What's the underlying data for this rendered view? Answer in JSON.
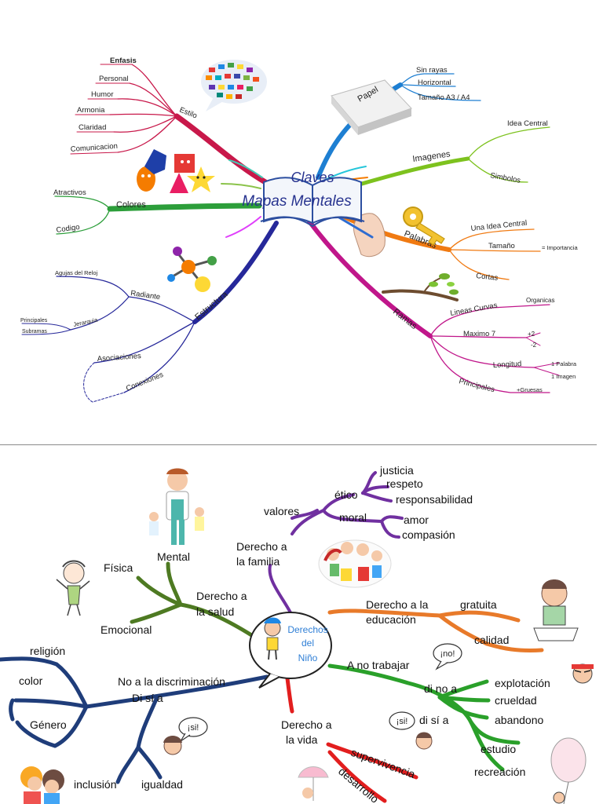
{
  "colors": {
    "estilo": "#c8184a",
    "papel": "#1e7fd2",
    "imagenes": "#7dc21e",
    "colores": "#2c9e3a",
    "palabras": "#f07a12",
    "estructura": "#26289a",
    "ramas": "#c0168a",
    "d_valores": "#7030a0",
    "d_salud": "#4e7a22",
    "d_discrim": "#1f3d7a",
    "d_educ": "#e87a2a",
    "d_trabajo": "#2aa02a",
    "d_vida": "#e21e1e"
  },
  "map1": {
    "center": {
      "line1": "Claves",
      "line2": "Mapas Mentales",
      "icon": "open-book-icon"
    },
    "estilo": {
      "label": "Estilo",
      "items": [
        "Enfasis",
        "Personal",
        "Humor",
        "Armonia",
        "Claridad",
        "Comunicacion"
      ],
      "icon": "speech-bubble-collage-icon"
    },
    "papel": {
      "label": "Papel",
      "items": [
        "Sin rayas",
        "Horizontal",
        "Tamaño A3 / A4"
      ],
      "icon": "paper-stack-icon"
    },
    "imagenes": {
      "label": "Imagenes",
      "items": [
        "Idea Central",
        "Simbolos"
      ]
    },
    "colores": {
      "label": "Colores",
      "items": [
        "Atractivos",
        "Codigo"
      ],
      "icon": "color-shapes-icon"
    },
    "palabras": {
      "label": "Palabras",
      "items": [
        "Una Idea Central",
        "Tamaño",
        "Cortas"
      ],
      "tamano_note": "= Importancia",
      "icon": "key-icon"
    },
    "estructura": {
      "label": "Estructura",
      "radiante": "Radiante",
      "radiante_items": [
        "Agujas del Reloj",
        "Jerarquia"
      ],
      "jerarquia_items": [
        "Principales",
        "Subramas"
      ],
      "asociaciones": "Asociaciones",
      "conexiones": "Conexiones",
      "icon": "molecule-icon"
    },
    "ramas": {
      "label": "Ramas",
      "lineas_curvas": "Lineas Curvas",
      "organicas": "Organicas",
      "maximo": "Maximo 7",
      "plus2": "+2",
      "minus2": "-2",
      "longitud": "Longitud",
      "palabra": "1 Palabra",
      "imagen": "1 Imagen",
      "principales": "Principales",
      "gruesas": "+Gruesas",
      "icon": "branch-icon"
    },
    "hand_icon": "hand-drawing-icon"
  },
  "map2": {
    "center": {
      "line1": "Derechos",
      "line2": "del",
      "line3": "Niño",
      "icon": "child-icon"
    },
    "familia": {
      "l1": "Derecho a",
      "l2": "la familia",
      "valores": "valores",
      "etico": "ético",
      "etico_items": [
        "justicia",
        "respeto",
        "responsabilidad"
      ],
      "moral": "moral",
      "moral_items": [
        "amor",
        "compasión"
      ],
      "icon": "family-icon"
    },
    "salud": {
      "l1": "Derecho a",
      "l2": "la salud",
      "items": [
        "Física",
        "Mental",
        "Emocional"
      ],
      "icon_doctor": "doctor-icon",
      "icon_kid": "happy-kid-icon"
    },
    "educacion": {
      "l1": "Derecho a la",
      "l2": "educación",
      "items": [
        "gratuita",
        "calidad"
      ],
      "icon": "student-icon"
    },
    "discrim": {
      "label": "No a la discriminación",
      "items": [
        "religión",
        "color",
        "Género"
      ],
      "disi": "Di sí a",
      "disi_items": [
        "inclusión",
        "igualdad"
      ],
      "bubble": "¡si!"
    },
    "trabajo": {
      "label": "A no trabajar",
      "bubble": "¡no!",
      "dinoa": "di no a",
      "dinoa_items": [
        "explotación",
        "crueldad",
        "abandono"
      ],
      "disia": "di sí a",
      "disia_items": [
        "estudio",
        "recreación"
      ],
      "bubble2": "¡si!"
    },
    "vida": {
      "l1": "Derecho a",
      "l2": "la vida",
      "items": [
        "supervivencia",
        "desarrollo"
      ]
    }
  }
}
